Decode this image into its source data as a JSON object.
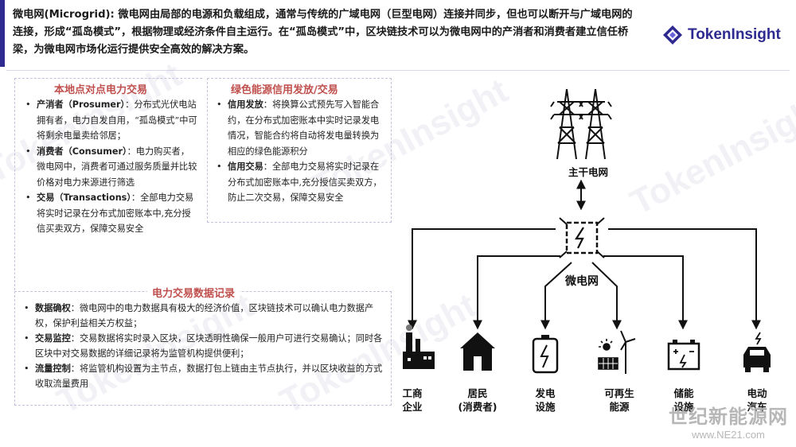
{
  "header": {
    "text": "微电网(Microgrid): 微电网由局部的电源和负载组成，通常与传统的广域电网（巨型电网）连接并同步，但也可以断开与广域电网的连接，形成“孤岛模式”，根据物理或经济条件自主运行。在“孤岛模式”中，区块链技术可以为微电网中的产消者和消费者建立信任桥梁，为微电网市场化运行提供安全高效的解决方案。",
    "logo": "TokenInsight"
  },
  "watermark": "TokenInsight",
  "sections": {
    "local_trade": {
      "title": "本地点对点电力交易",
      "items": [
        {
          "term": "产消者（Prosumer）",
          "text": "：分布式光伏电站拥有者，电力自发自用，“孤岛模式”中可将剩余电量卖给邻居；"
        },
        {
          "term": "消费者（Consumer）",
          "text": "：电力购买者，微电网中，消费者可通过服务质量并比较价格对电力来源进行筛选"
        },
        {
          "term": "交易（Transactions）",
          "text": "：全部电力交易将实时记录在分布式加密账本中,充分授信买卖双方，保障交易安全"
        }
      ]
    },
    "green_credit": {
      "title": "绿色能源信用发放/交易",
      "items": [
        {
          "term": "信用发放",
          "text": "：将换算公式预先写入智能合约，在分布式加密账本中实时记录发电情况，智能合约将自动将发电量转换为相应的绿色能源积分"
        },
        {
          "term": "信用交易",
          "text": "：全部电力交易将实时记录在分布式加密账本中,充分授信买卖双方，防止二次交易，保障交易安全"
        }
      ]
    },
    "data_record": {
      "title": "电力交易数据记录",
      "items": [
        {
          "term": "数据确权",
          "text": "：微电网中的电力数据具有极大的经济价值，区块链技术可以确认电力数据产权，保护利益相关方权益；"
        },
        {
          "term": "交易监控",
          "text": "：交易数据将实时录入区块，区块透明性确保一般用户可进行交易确认；同时各区块中对交易数据的详细记录将为监管机构提供便利；"
        },
        {
          "term": "流量控制",
          "text": "：将监管机构设置为主节点，数据打包上链由主节点执行，并以区块收益的方式收取流量费用"
        }
      ]
    }
  },
  "diagram": {
    "main_grid": "主干电网",
    "microgrid": "微电网",
    "nodes": [
      {
        "label": "工商\n企业",
        "icon": "factory-icon"
      },
      {
        "label": "居民\n(消费者)",
        "icon": "house-icon"
      },
      {
        "label": "发电\n设施",
        "icon": "battery-generator-icon"
      },
      {
        "label": "可再生\n能源",
        "icon": "solar-wind-icon"
      },
      {
        "label": "储能\n设施",
        "icon": "storage-battery-icon"
      },
      {
        "label": "电动\n汽车",
        "icon": "electric-car-icon"
      }
    ]
  },
  "corner_watermark": {
    "line1": "世纪新能源网",
    "line2": "www.NE21.com"
  }
}
